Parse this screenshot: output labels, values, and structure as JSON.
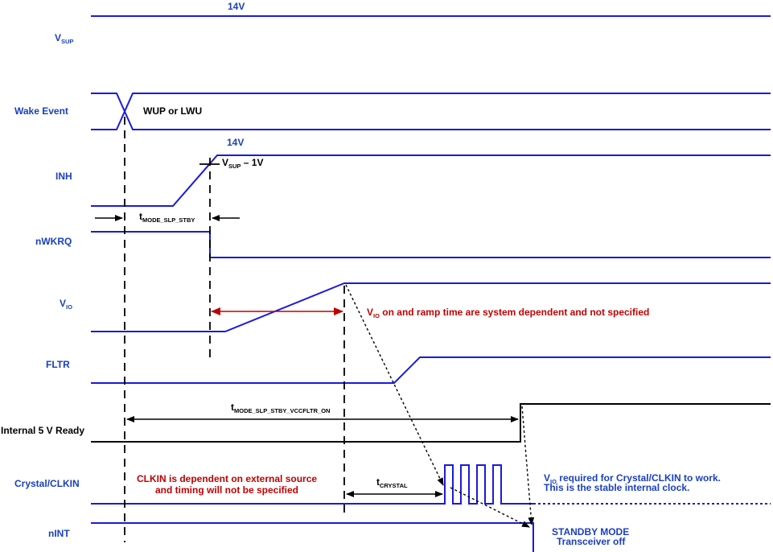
{
  "signals": {
    "vsup": {
      "main": "V",
      "sub": "SUP"
    },
    "wake_event": "Wake Event",
    "inh": "INH",
    "nwkrq": "nWKRQ",
    "vio": {
      "main": "V",
      "sub": "IO"
    },
    "fltr": "FLTR",
    "internal_5v_ready": "Internal 5 V Ready",
    "crystal_clkin": "Crystal/CLKIN",
    "nint": "nINT"
  },
  "annotations": {
    "vsup_level": "14V",
    "inh_level": "14V",
    "wake_event_type": "WUP or LWU",
    "inh_threshold": {
      "main": "V",
      "sub": "SUP",
      "tail": " – 1V"
    },
    "t_mode_slp_stby": {
      "main": "t",
      "sub": "MODE_SLP_STBY"
    },
    "t_mode_slp_stby_vccfltr_on": {
      "main": "t",
      "sub": "MODE_SLP_STBY_VCCFLTR_ON"
    },
    "t_crystal": {
      "main": "t",
      "sub": "CRYSTAL"
    },
    "vio_note": {
      "main": "V",
      "sub": "IO",
      "tail": " on and ramp time are system dependent and not specified"
    },
    "clkin_note_line1": "CLKIN is dependent on external source",
    "clkin_note_line2": "and timing will not be specified",
    "vio_required_line1": {
      "main": "V",
      "sub": "IO",
      "tail": " required for Crystal/CLKIN to work."
    },
    "vio_required_line2": "This is the stable internal clock.",
    "standby_mode": "STANDBY MODE",
    "transceiver_off": "Transceiver off"
  },
  "colors": {
    "signal": "#1a1adf",
    "label": "#1a3fbf",
    "note_red": "#c00000",
    "arrow_red": "#c00000",
    "internal_ready": "#000000"
  }
}
